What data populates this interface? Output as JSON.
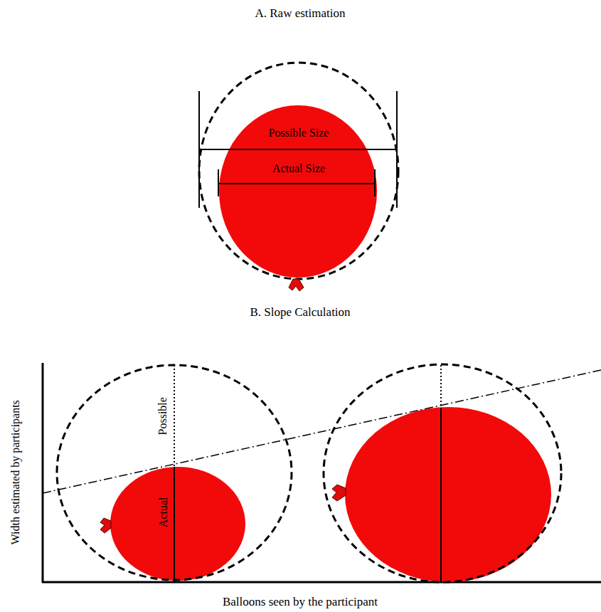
{
  "diagram": {
    "labels": [
      "A. Raw estimation",
      "Possible Size",
      "Actual Size",
      "B. Slope Calculation",
      "Possible",
      "Actual",
      "Width estimated by participants",
      "Balloons seen by the participant"
    ]
  }
}
